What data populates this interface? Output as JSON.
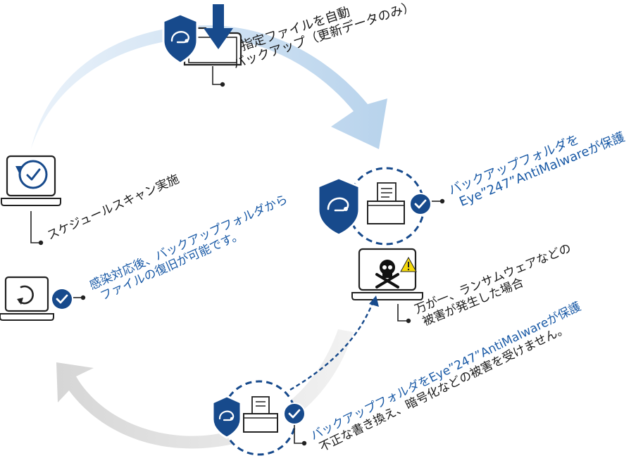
{
  "colors": {
    "navy": "#174a8c",
    "blue_text": "#1a5aa6",
    "light_blue_arrow": "#bcd6ee",
    "gray_arrow": "#dcdcdc",
    "warning_yellow": "#f5d90a"
  },
  "icons": {
    "top": [
      "shield-icon",
      "folder-icon",
      "download-arrow-icon"
    ],
    "left_top": [
      "laptop-icon",
      "scheduled-scan-icon"
    ],
    "left_bottom": [
      "laptop-icon",
      "restore-icon",
      "check-badge-icon"
    ],
    "middle": [
      "shield-icon",
      "backup-folder-icon",
      "check-badge-icon"
    ],
    "right": [
      "laptop-icon",
      "skull-crossbones-icon",
      "warning-icon"
    ],
    "bottom": [
      "shield-icon",
      "backup-folder-icon",
      "check-badge-icon"
    ]
  },
  "labels": {
    "auto_backup": [
      "指定ファイルを自動",
      "バックアップ（更新データのみ）"
    ],
    "scheduled_scan": [
      "スケジュールスキャン実施"
    ],
    "restore": [
      "感染対応後、バックアップフォルダから",
      "ファイルの復旧が可能です。"
    ],
    "protect_top": [
      "バックアップフォルダを",
      "Eye”247”AntiMalwareが保護"
    ],
    "ransomware": [
      "万が一、ランサムウェアなどの",
      "被害が発生した場合"
    ],
    "protect_bottom": [
      "バックアップフォルダをEye”247”AntiMalwareが保護",
      "不正な書き換え、暗号化などの被害を受けません。"
    ]
  }
}
